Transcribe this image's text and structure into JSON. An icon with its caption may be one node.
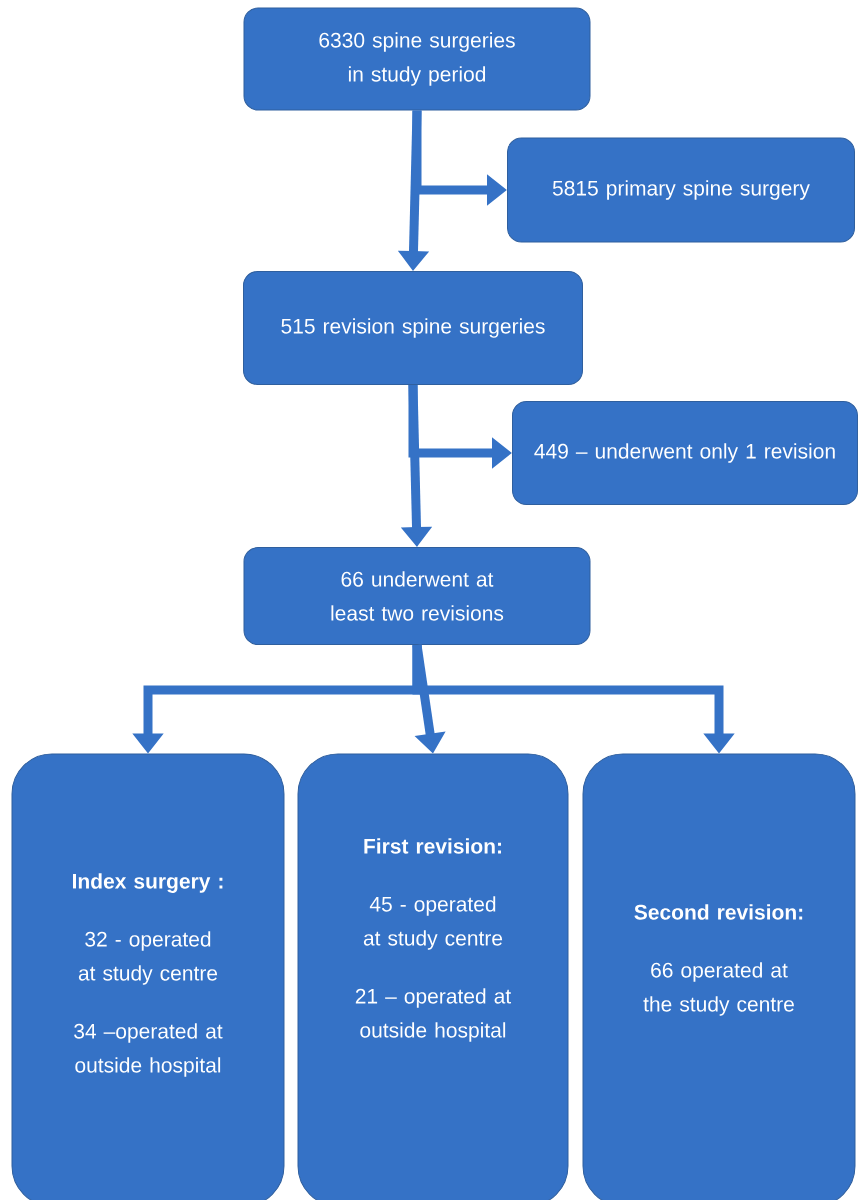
{
  "diagram": {
    "nodes": [
      {
        "text": [
          "6330 spine surgeries in study period"
        ]
      },
      {
        "text": [
          "5815 primary spine surgery"
        ]
      },
      {
        "text": [
          "515 revision spine surgeries"
        ]
      },
      {
        "text": [
          "449 – underwent only 1 revision"
        ]
      },
      {
        "text": [
          "66 underwent at least two revisions"
        ]
      },
      {
        "text": [
          "Index surgery :",
          "32 - operated at study centre",
          "34 –operated at outside hospital"
        ]
      },
      {
        "text": [
          "First revision:",
          "45 - operated at study centre",
          "21 – operated at outside hospital"
        ]
      },
      {
        "text": [
          "Second revision:",
          "66 operated at the study centre"
        ]
      }
    ],
    "edges": [
      {
        "from": 0,
        "to": 2,
        "arrow": "to"
      },
      {
        "from": 0,
        "to": 1,
        "arrow": "to"
      },
      {
        "from": 2,
        "to": 4,
        "arrow": "to"
      },
      {
        "from": 2,
        "to": 3,
        "arrow": "to"
      },
      {
        "from": 4,
        "to": 5,
        "arrow": "to"
      },
      {
        "from": 4,
        "to": 6,
        "arrow": "to"
      },
      {
        "from": 4,
        "to": 7,
        "arrow": "to"
      }
    ]
  }
}
